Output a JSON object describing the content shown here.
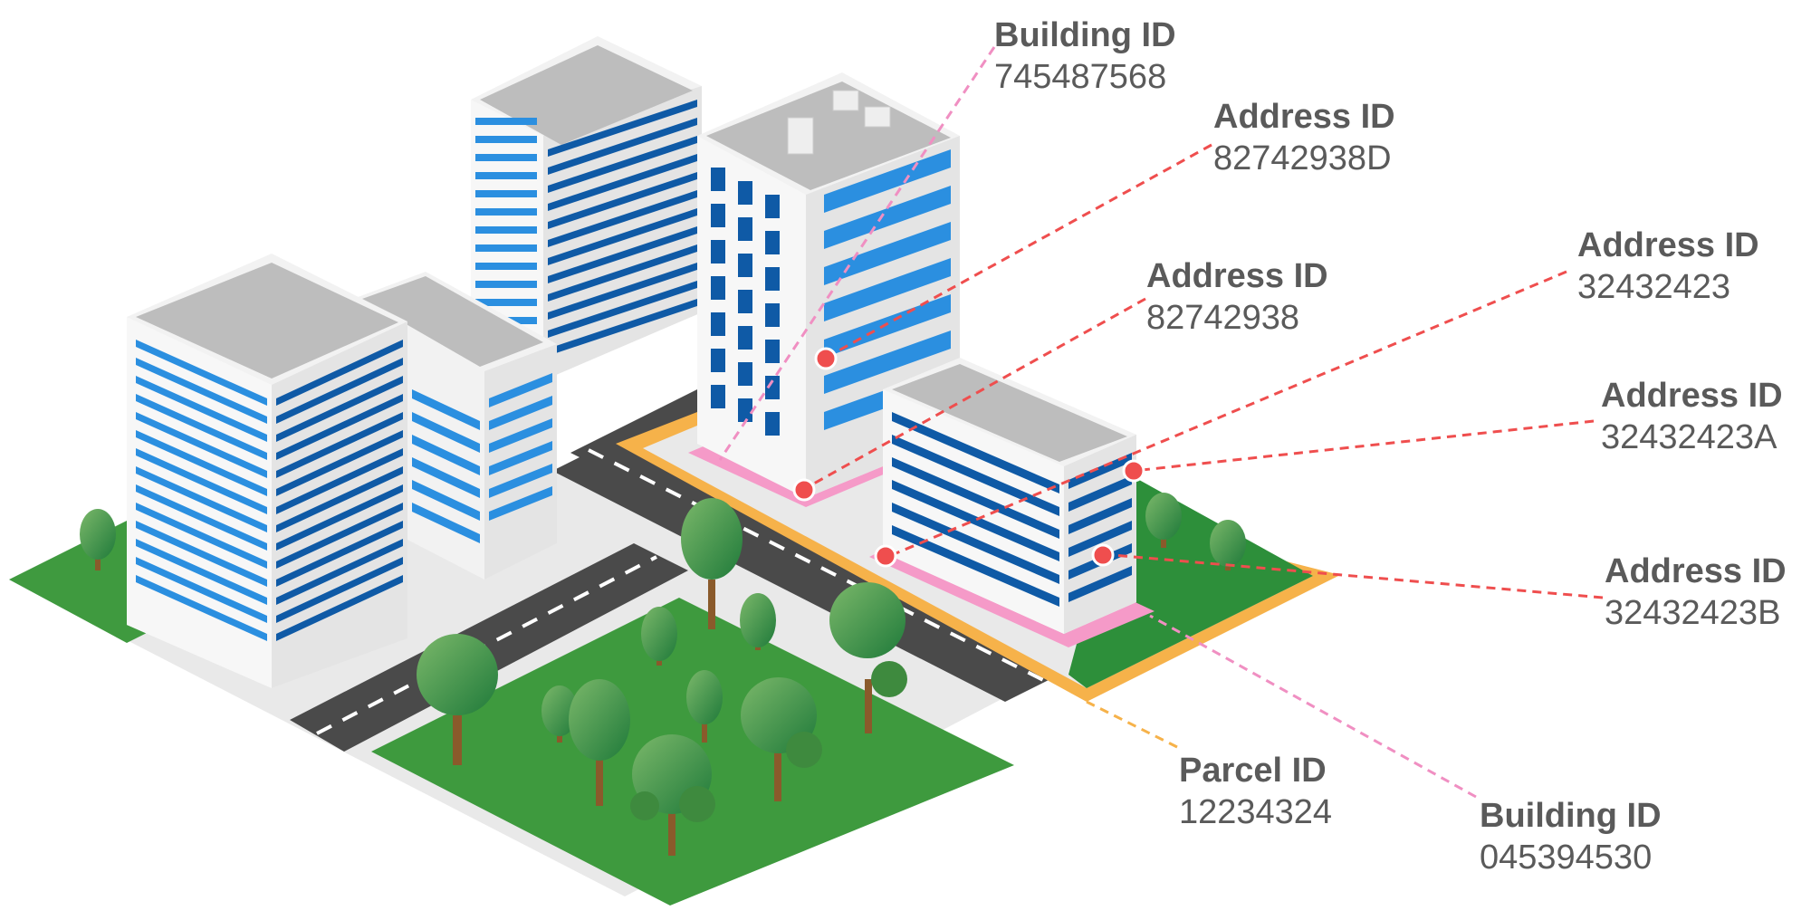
{
  "colors": {
    "address": "#ef4e4e",
    "building": "#f08fc2",
    "parcel": "#f6b24a",
    "label": "#5a5a5a",
    "window_light": "#2b8fe0",
    "window_dark": "#0f5aa6",
    "grass": "#3d9a3d",
    "road": "#4a4a4a"
  },
  "callouts": [
    {
      "id": "building-id-top",
      "title": "Building ID",
      "value": "745487568",
      "kind": "building"
    },
    {
      "id": "address-id-1",
      "title": "Address ID",
      "value": "82742938D",
      "kind": "address"
    },
    {
      "id": "address-id-2",
      "title": "Address ID",
      "value": "82742938",
      "kind": "address"
    },
    {
      "id": "address-id-3",
      "title": "Address ID",
      "value": "32432423",
      "kind": "address"
    },
    {
      "id": "address-id-4",
      "title": "Address ID",
      "value": "32432423A",
      "kind": "address"
    },
    {
      "id": "address-id-5",
      "title": "Address ID",
      "value": "32432423B",
      "kind": "address"
    },
    {
      "id": "parcel-id",
      "title": "Parcel ID",
      "value": "12234324",
      "kind": "parcel"
    },
    {
      "id": "building-id-bottom",
      "title": "Building ID",
      "value": "045394530",
      "kind": "building"
    }
  ]
}
